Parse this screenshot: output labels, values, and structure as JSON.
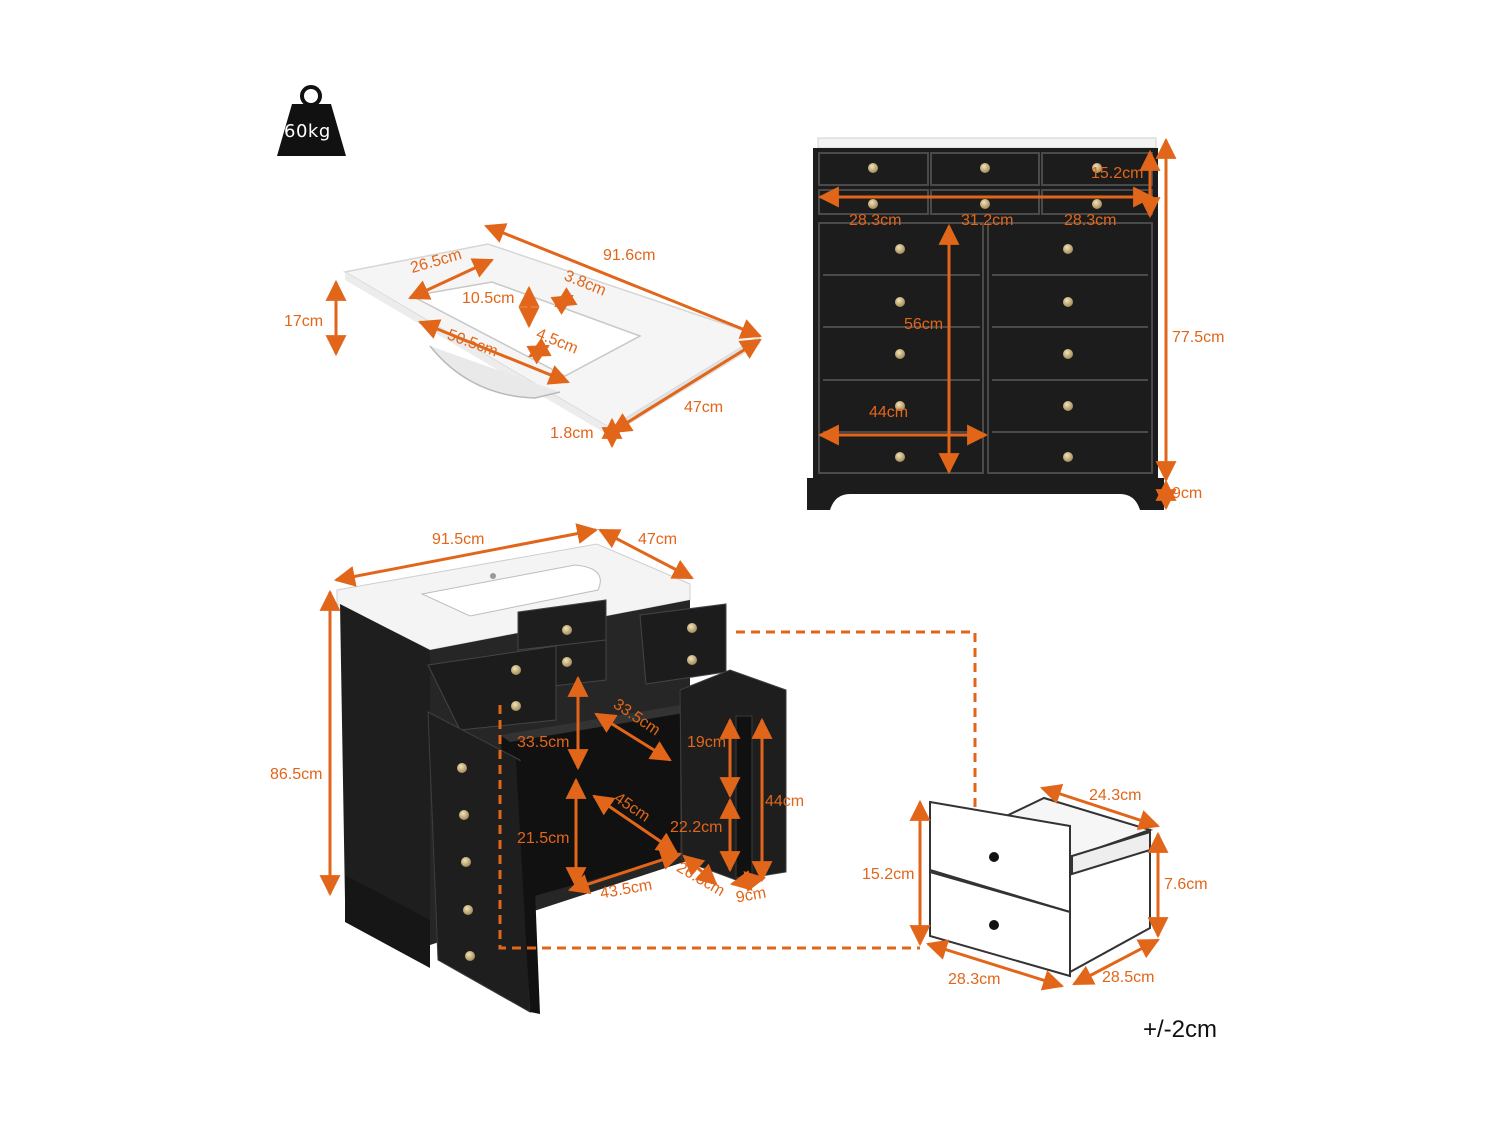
{
  "weight": {
    "label": "60kg",
    "icon": "weight-icon"
  },
  "tolerance": "+/-2cm",
  "colors": {
    "dimension": "#e2661a",
    "cabinet": "#1c1c1c",
    "sink": "#f4f4f4",
    "knob": "#c9b07a"
  },
  "sink": {
    "length": "91.6cm",
    "depth": "47cm",
    "height": "17cm",
    "rim": "1.8cm",
    "basin_width": "26.5cm",
    "basin_length": "50.5cm",
    "basin_offset": "10.5cm",
    "faucet_hole": "3.8cm",
    "drain": "4.5cm"
  },
  "front": {
    "total_height": "77.5cm",
    "base": "9cm",
    "small_drawer_h": "15.2cm",
    "drawer_left": "28.3cm",
    "drawer_middle": "31.2cm",
    "drawer_right": "28.3cm",
    "door_height": "56cm",
    "door_width": "44cm"
  },
  "open": {
    "width": "91.5cm",
    "depth": "47cm",
    "height": "86.5cm",
    "shelf_depth": "33.5cm",
    "shelf_height": "33.5cm",
    "upper_space": "19cm",
    "door_h": "44cm",
    "lower_space": "21.5cm",
    "diag": "45cm",
    "side_space": "22.2cm",
    "inner_width": "43.5cm",
    "inner_depth": "26.5cm",
    "door_thick": "9cm"
  },
  "drawer": {
    "width": "24.3cm",
    "height_front": "15.2cm",
    "height_side": "7.6cm",
    "front_width": "28.3cm",
    "depth": "28.5cm"
  }
}
